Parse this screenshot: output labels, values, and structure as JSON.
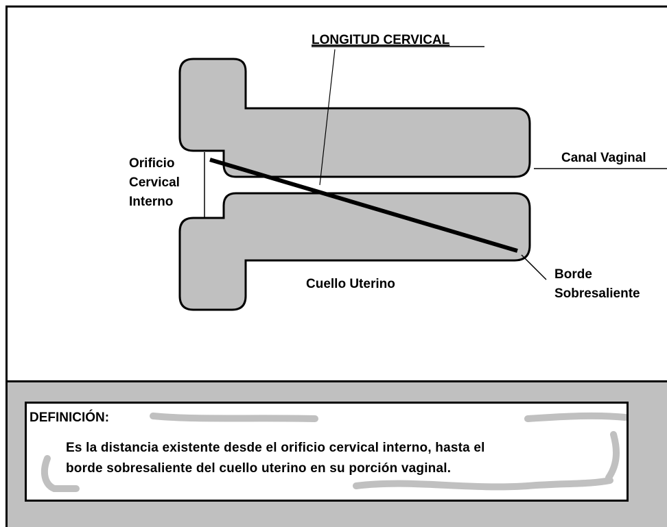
{
  "diagram": {
    "title": "LONGITUD CERVICAL",
    "labels": {
      "orificio_line1": "Orificio",
      "orificio_line2": "Cervical",
      "orificio_line3": "Interno",
      "canal_vaginal": "Canal Vaginal",
      "borde_line1": "Borde",
      "borde_line2": "Sobresaliente",
      "cuello_uterino": "Cuello Uterino"
    },
    "colors": {
      "shape_fill": "#c0c0c0",
      "stroke": "#000000",
      "panel_gray": "#c0c0c0"
    }
  },
  "definition": {
    "heading": "DEFINICIÓN:",
    "line1": "Es la distancia existente desde el orificio cervical interno, hasta el",
    "line2": "borde sobresaliente del cuello uterino en su porción vaginal."
  }
}
